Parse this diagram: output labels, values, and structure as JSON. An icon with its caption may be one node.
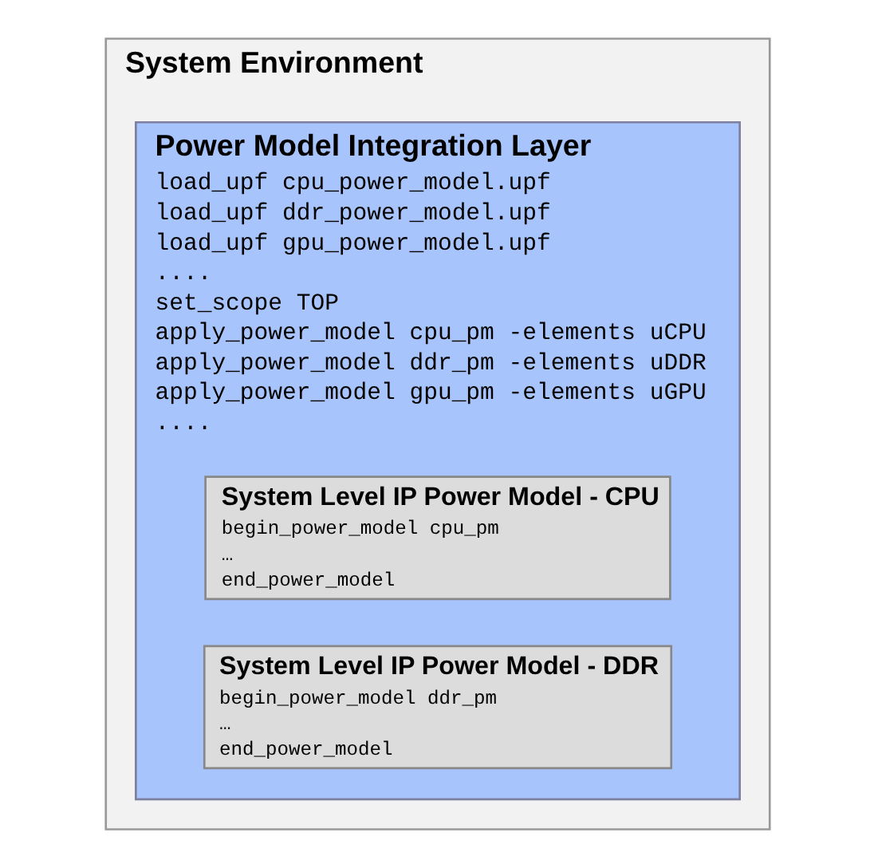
{
  "diagram": {
    "nodes": [
      {
        "text": [
          "System Environment"
        ]
      },
      {
        "text": [
          "Power Model Integration Layer",
          "load_upf cpu_power_model.upf",
          "load_upf ddr_power_model.upf",
          "load_upf gpu_power_model.upf",
          "....",
          "set_scope TOP",
          "apply_power_model cpu_pm -elements uCPU",
          "apply_power_model ddr_pm -elements uDDR",
          "apply_power_model gpu_pm -elements uGPU",
          "...."
        ],
        "in": 0
      },
      {
        "text": [
          "System Level IP Power Model - CPU",
          "begin_power_model cpu_pm",
          "…",
          "end_power_model"
        ],
        "in": 1
      },
      {
        "text": [
          "System Level IP Power Model - DDR",
          "begin_power_model ddr_pm",
          "…",
          "end_power_model"
        ],
        "in": 1
      }
    ],
    "edges": []
  }
}
